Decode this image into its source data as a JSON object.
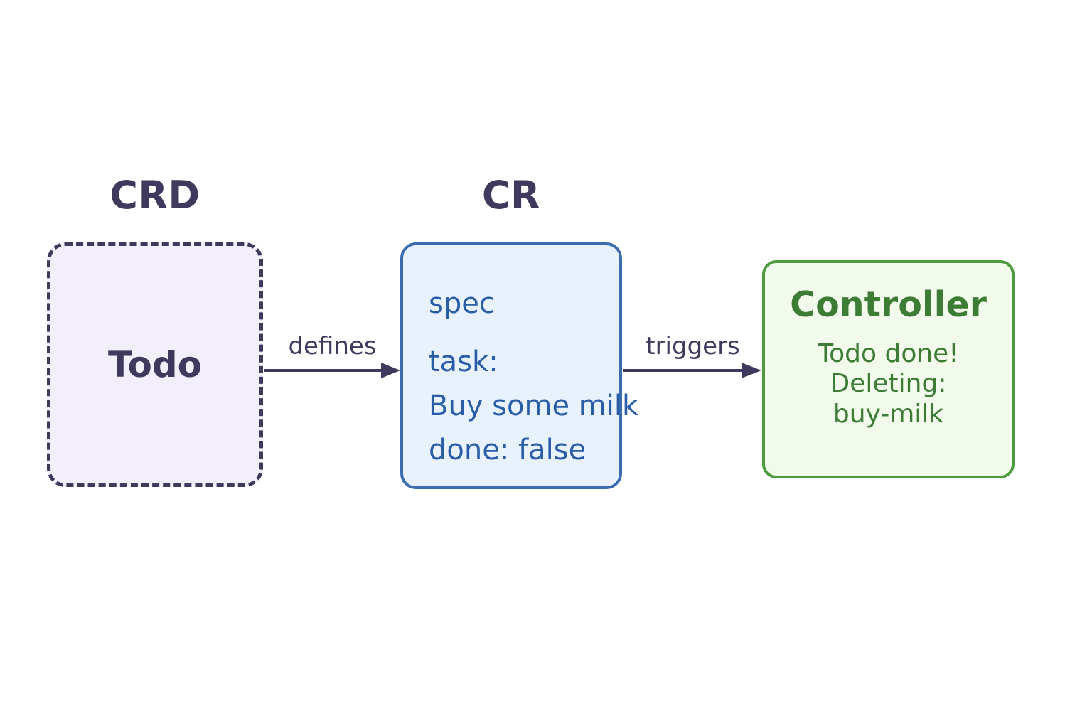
{
  "diagram": {
    "background_color": "#ffffff",
    "nodes": [
      {
        "id": "crd",
        "group_title": "CRD",
        "label": "Todo",
        "border_color": "#3e3a5e",
        "fill_color": "#f2effa",
        "border_style": "dashed",
        "text_color": "#3e3a5e"
      },
      {
        "id": "cr",
        "group_title": "CR",
        "lines": [
          "spec",
          "task:",
          "Buy some milk",
          "done: false"
        ],
        "border_color": "#3b6cb0",
        "fill_color": "#e7f2fc",
        "border_style": "solid",
        "text_color": "#2a5da8"
      },
      {
        "id": "controller",
        "title": "Controller",
        "lines": [
          "Todo done!",
          "Deleting:",
          "buy-milk"
        ],
        "border_color": "#4d9b3d",
        "fill_color": "#f2faec",
        "border_style": "solid",
        "text_color": "#3d7c35"
      }
    ],
    "edges": [
      {
        "id": "defines",
        "label": "defines",
        "from": "crd",
        "to": "cr",
        "color": "#3e3a5e",
        "arrowhead": "triangle"
      },
      {
        "id": "triggers",
        "label": "triggers",
        "from": "cr",
        "to": "controller",
        "color": "#3e3a5e",
        "arrowhead": "triangle"
      }
    ]
  }
}
